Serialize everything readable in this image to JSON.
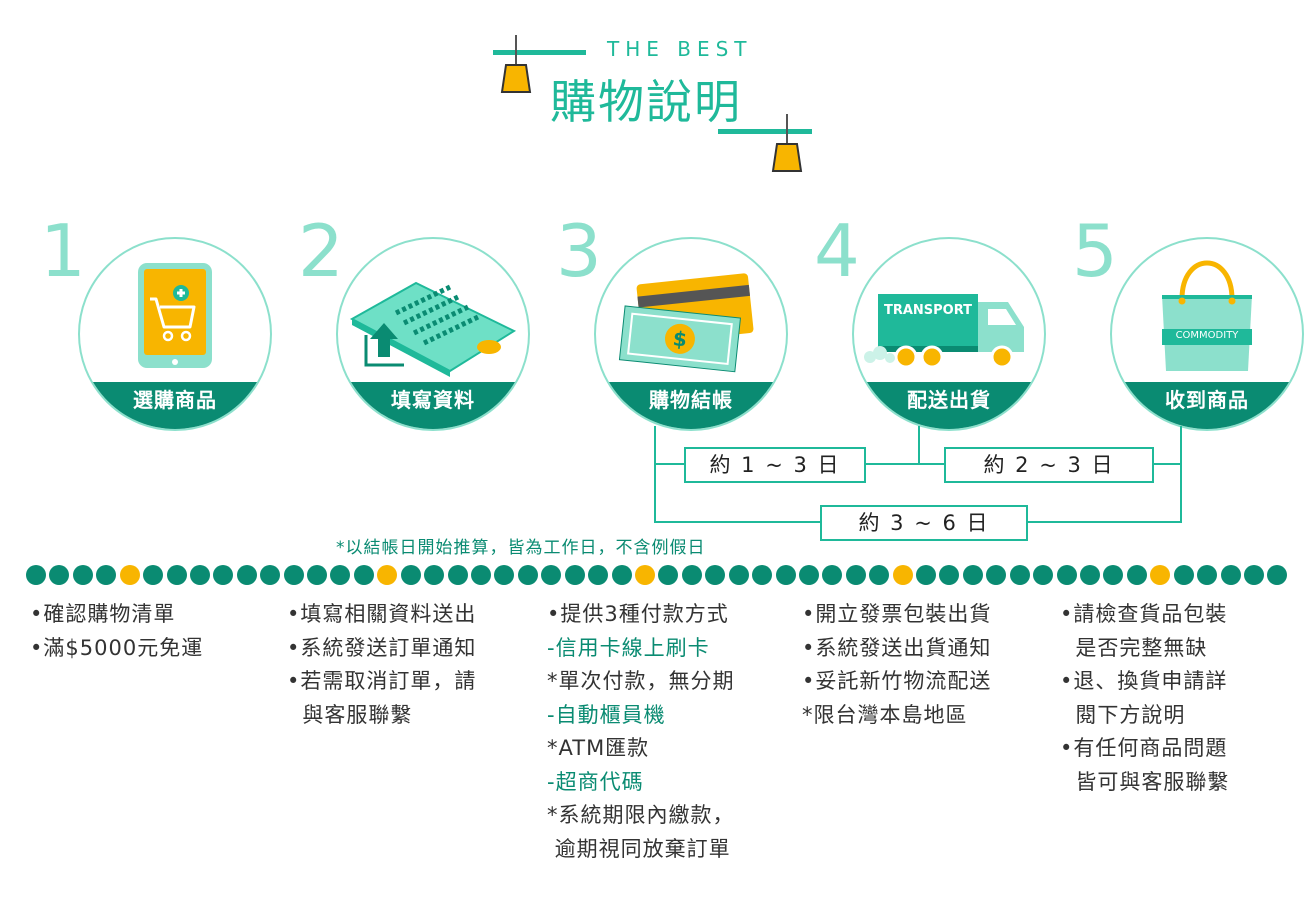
{
  "header": {
    "subtitle": "THE BEST",
    "title": "購物說明"
  },
  "colors": {
    "teal": "#1fb99a",
    "dark_teal": "#0a8b72",
    "mint": "#8ce0cc",
    "yellow": "#f8b500"
  },
  "steps": [
    {
      "number": "1",
      "label": "選購商品",
      "icon": "tablet-cart-icon"
    },
    {
      "number": "2",
      "label": "填寫資料",
      "icon": "form-upload-icon"
    },
    {
      "number": "3",
      "label": "購物結帳",
      "icon": "card-cash-icon"
    },
    {
      "number": "4",
      "label": "配送出貨",
      "icon": "transport-truck-icon",
      "icon_text": "TRANSPORT"
    },
    {
      "number": "5",
      "label": "收到商品",
      "icon": "commodity-bag-icon",
      "icon_text": "COMMODITY"
    }
  ],
  "timeline": {
    "box1": "約 1 ~ 3 日",
    "box2": "約 2 ~ 3 日",
    "box3": "約 3 ~ 6 日",
    "note": "*以結帳日開始推算，皆為工作日，不含例假日"
  },
  "columns": [
    [
      "•確認購物清單",
      "•滿$5000元免運"
    ],
    [
      "•填寫相關資料送出",
      "•系統發送訂單通知",
      "•若需取消訂單，請",
      "  與客服聯繫"
    ],
    [
      "•提供3種付款方式",
      "-信用卡線上刷卡",
      "*單次付款，無分期",
      "-自動櫃員機",
      "*ATM匯款",
      "-超商代碼",
      "*系統期限內繳款，",
      " 逾期視同放棄訂單"
    ],
    [
      "•開立發票包裝出貨",
      "•系統發送出貨通知",
      "•妥託新竹物流配送",
      "*限台灣本島地區"
    ],
    [
      "•請檢查貨品包裝",
      "  是否完整無缺",
      "•退、換貨申請詳",
      "  閱下方說明",
      "•有任何商品問題",
      "  皆可與客服聯繫"
    ]
  ]
}
